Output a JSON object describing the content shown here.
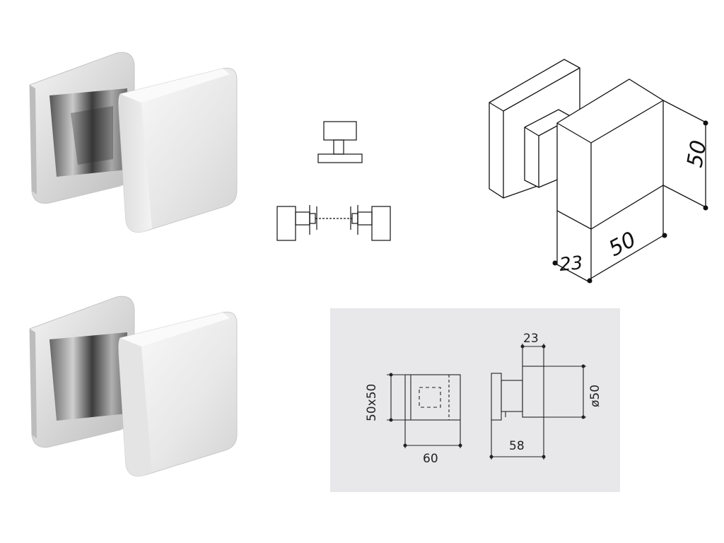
{
  "iso": {
    "height_label": "50",
    "width_label": "50",
    "depth_label": "23"
  },
  "tech": {
    "front_size_label": "50x50",
    "front_width_label": "60",
    "side_depth_label": "23",
    "side_diameter_label": "ø50",
    "side_total_label": "58"
  },
  "colors": {
    "tech_background": "#e8e8ea",
    "line": "#111111"
  }
}
